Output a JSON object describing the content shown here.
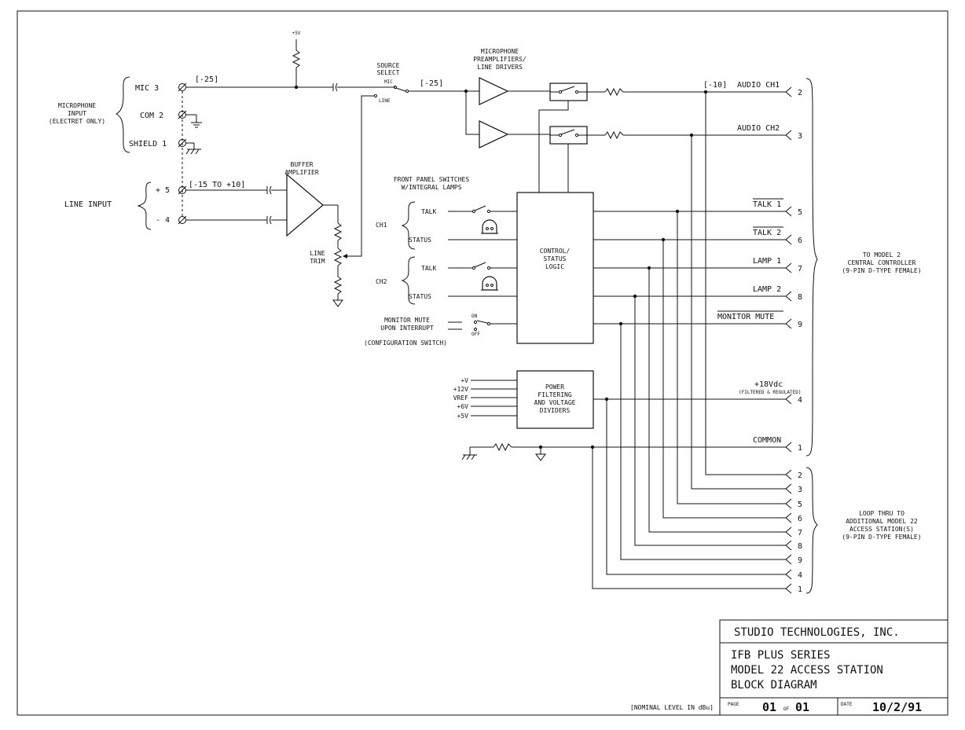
{
  "inputs": {
    "supply_5v": "+5V",
    "mic_group": [
      "MICROPHONE",
      "INPUT",
      "(ELECTRET ONLY)"
    ],
    "mic": "MIC 3",
    "com": "COM 2",
    "shield": "SHIELD 1",
    "mic_level": "[-25]",
    "line_group": "LINE INPUT",
    "line_plus": "+ 5",
    "line_minus": "- 4",
    "line_level": "[-15 TO +10]"
  },
  "buffer": {
    "title": [
      "BUFFER",
      "AMPLIFIER"
    ],
    "trim": [
      "LINE",
      "TRIM"
    ]
  },
  "source_select": {
    "title": [
      "SOURCE",
      "SELECT"
    ],
    "mic": "MIC",
    "line": "LINE",
    "level": "[-25]"
  },
  "preamps": {
    "title": [
      "MICROPHONE",
      "PREAMPLIFIERS/",
      "LINE DRIVERS"
    ]
  },
  "front_panel": {
    "title": [
      "FRONT PANEL SWITCHES",
      "W/INTEGRAL LAMPS"
    ],
    "ch1": "CH1",
    "ch2": "CH2",
    "talk": "TALK",
    "status": "STATUS",
    "monitor_mute": [
      "MONITOR MUTE",
      "UPON INTERRUPT"
    ],
    "on": "ON",
    "off": "OFF",
    "config": "(CONFIGURATION SWITCH)"
  },
  "control_logic": [
    "CONTROL/",
    "STATUS",
    "LOGIC"
  ],
  "power": {
    "block": [
      "POWER",
      "FILTERING",
      "AND VOLTAGE",
      "DIVIDERS"
    ],
    "rails": [
      "+V",
      "+12V",
      "VREF",
      "+6V",
      "+5V"
    ]
  },
  "signals": [
    {
      "name": "AUDIO CH1",
      "level": "[-10]",
      "pin": "2"
    },
    {
      "name": "AUDIO CH2",
      "pin": "3"
    },
    {
      "name": "TALK 1",
      "pin": "5"
    },
    {
      "name": "TALK 2",
      "pin": "6"
    },
    {
      "name": "LAMP 1",
      "pin": "7"
    },
    {
      "name": "LAMP 2",
      "pin": "8"
    },
    {
      "name": "MONITOR MUTE",
      "pin": "9"
    },
    {
      "name": "+18Vdc",
      "sub": "(FILTERED & REGULATED)",
      "pin": "4"
    },
    {
      "name": "COMMON",
      "pin": "1"
    }
  ],
  "loop_pins": [
    "2",
    "3",
    "5",
    "6",
    "7",
    "8",
    "9",
    "4",
    "1"
  ],
  "controller_label": [
    "TO MODEL 2",
    "CENTRAL CONTROLLER",
    "(9-PIN D-TYPE FEMALE)"
  ],
  "loop_label": [
    "LOOP THRU TO",
    "ADDITIONAL MODEL 22",
    "ACCESS STATION(S)",
    "(9-PIN D-TYPE FEMALE)"
  ],
  "nominal_note": "[NOMINAL LEVEL IN dBu]",
  "title_block": {
    "company": "STUDIO TECHNOLOGIES, INC.",
    "title": [
      "IFB PLUS SERIES",
      "MODEL 22 ACCESS STATION",
      "BLOCK DIAGRAM"
    ],
    "page_label": "PAGE",
    "page": "01",
    "of": "OF",
    "pages": "01",
    "date_label": "DATE",
    "date": "10/2/91"
  }
}
